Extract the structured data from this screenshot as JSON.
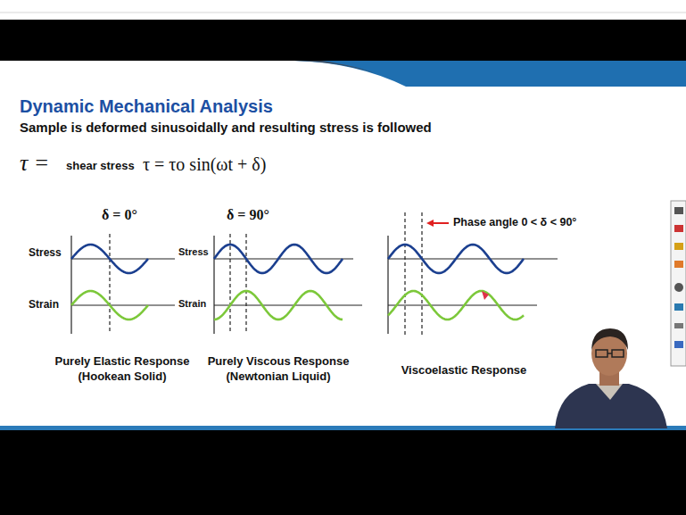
{
  "diagram": {
    "title": "Dynamic Mechanical Analysis",
    "labels": [
      "Sample is deformed sinusoidally and resulting stress is followed",
      "τ =",
      "shear stress",
      "τ = τo sin(ωt + δ)",
      "δ = 0°",
      "δ = 90°",
      "Phase angle 0 < δ < 90°",
      "Stress",
      "Strain",
      "Stress",
      "Strain",
      "Purely Elastic Response (Hookean Solid)",
      "Purely Viscous Response (Newtonian Liquid)",
      "Viscoelastic Response"
    ]
  }
}
